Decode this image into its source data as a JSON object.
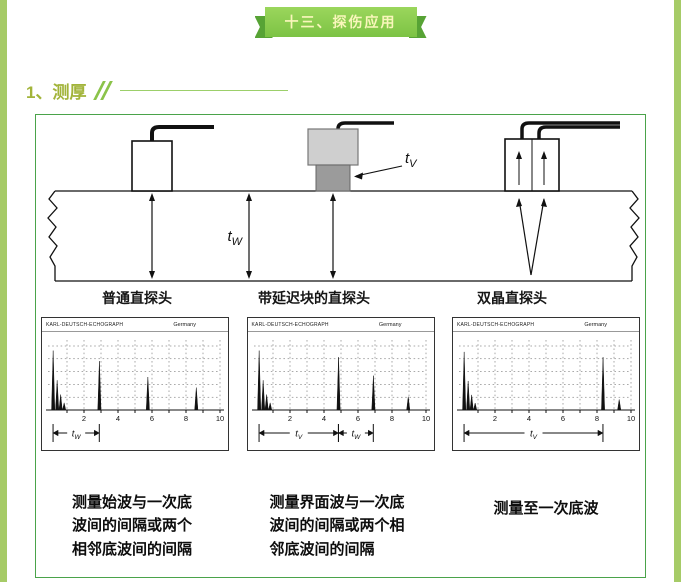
{
  "banner": {
    "title": "十三、探伤应用"
  },
  "section": {
    "label": "1、测厚"
  },
  "diagram": {
    "t": "t",
    "sub_v": "V",
    "sub_w": "W",
    "probe_labels": [
      "普通直探头",
      "带延迟块的直探头",
      "双晶直探头"
    ]
  },
  "scope_header": {
    "brand": "KARL-DEUTSCH-ECHOGRAPH",
    "country": "Germany"
  },
  "scopes": [
    {
      "x_max": 10,
      "ticks": [
        2,
        4,
        6,
        8,
        10
      ],
      "peaks": [
        {
          "x": 0.18,
          "h": 0.9,
          "cluster": true
        },
        {
          "x": 2.9,
          "h": 0.74
        },
        {
          "x": 5.75,
          "h": 0.5
        },
        {
          "x": 8.6,
          "h": 0.34
        }
      ],
      "intervals": [
        {
          "from": 0.18,
          "to": 2.9,
          "sub": "W"
        }
      ]
    },
    {
      "x_max": 10,
      "ticks": [
        2,
        4,
        6,
        8,
        10
      ],
      "peaks": [
        {
          "x": 0.18,
          "h": 0.9,
          "cluster": true
        },
        {
          "x": 4.85,
          "h": 0.8
        },
        {
          "x": 6.9,
          "h": 0.52
        },
        {
          "x": 8.95,
          "h": 0.2
        }
      ],
      "intervals": [
        {
          "from": 0.18,
          "to": 4.85,
          "sub": "V"
        },
        {
          "from": 4.85,
          "to": 6.9,
          "sub": "W"
        }
      ]
    },
    {
      "x_max": 10,
      "ticks": [
        2,
        4,
        6,
        8,
        10
      ],
      "peaks": [
        {
          "x": 0.18,
          "h": 0.88,
          "cluster": true
        },
        {
          "x": 8.35,
          "h": 0.8
        },
        {
          "x": 9.3,
          "h": 0.16
        }
      ],
      "intervals": [
        {
          "from": 0.18,
          "to": 8.35,
          "sub": "V"
        }
      ]
    }
  ],
  "captions": [
    "测量始波与一次底波间的间隔或两个相邻底波间的间隔",
    "测量界面波与一次底波间的间隔或两个相邻底波间的间隔",
    "测量至一次底波"
  ],
  "colors": {
    "green_border": "#4aa34a",
    "strip": "#a6cb67",
    "ribbon": "#7cc344",
    "ribbon_dark": "#57a335",
    "section_text": "#a2b43a"
  }
}
